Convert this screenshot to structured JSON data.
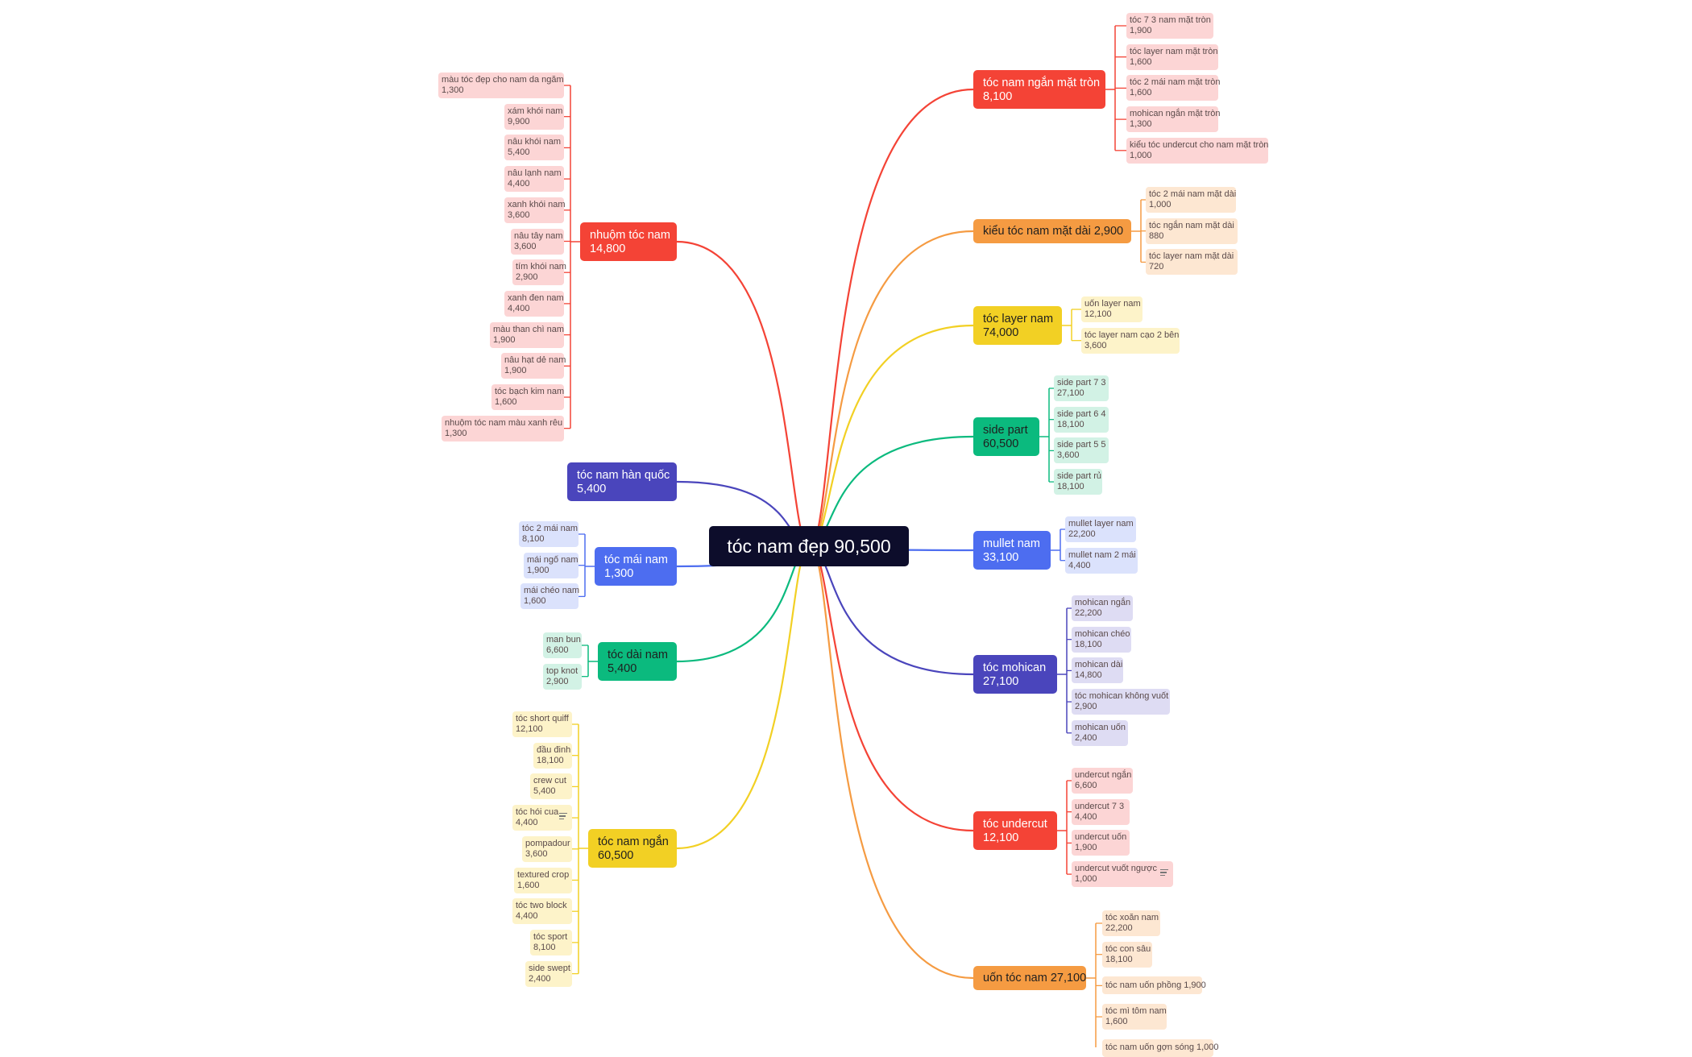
{
  "root": {
    "label": "tóc nam đẹp 90,500"
  },
  "branches": [
    {
      "id": "b1",
      "label": "tóc nam ngắn mặt tròn",
      "value": "8,100",
      "color": "#f44336",
      "leaf_bg": "#fcd5d5",
      "leaves": [
        {
          "label": "tóc 7 3 nam mặt tròn",
          "value": "1,900"
        },
        {
          "label": "tóc layer nam mặt tròn",
          "value": "1,600"
        },
        {
          "label": "tóc 2 mái nam mặt tròn",
          "value": "1,600"
        },
        {
          "label": "mohican ngắn mặt tròn",
          "value": "1,300"
        },
        {
          "label": "kiểu tóc undercut cho nam mặt tròn",
          "value": "1,000"
        }
      ]
    },
    {
      "id": "b2",
      "label": "kiểu tóc nam mặt dài 2,900",
      "value": "",
      "color": "#f59b42",
      "leaf_bg": "#fde7d2",
      "leaves": [
        {
          "label": "tóc 2 mái nam mặt dài",
          "value": "1,000"
        },
        {
          "label": "tóc ngắn nam mặt dài",
          "value": "880"
        },
        {
          "label": "tóc layer nam mặt dài",
          "value": "720"
        }
      ]
    },
    {
      "id": "b3",
      "label": "tóc layer nam",
      "value": "74,000",
      "color": "#f2d024",
      "leaf_bg": "#fdf3c9",
      "leaves": [
        {
          "label": "uốn layer nam",
          "value": "12,100"
        },
        {
          "label": "tóc layer nam cạo 2 bên",
          "value": "3,600"
        }
      ]
    },
    {
      "id": "b4",
      "label": "side part",
      "value": "60,500",
      "color": "#0bba7e",
      "leaf_bg": "#d2f2e5",
      "leaves": [
        {
          "label": "side part 7 3",
          "value": "27,100"
        },
        {
          "label": "side part 6 4",
          "value": "18,100"
        },
        {
          "label": "side part 5 5",
          "value": "3,600"
        },
        {
          "label": "side part rủ",
          "value": "18,100"
        }
      ]
    },
    {
      "id": "b5",
      "label": "mullet nam",
      "value": "33,100",
      "color": "#4d6df0",
      "leaf_bg": "#dbe2fc",
      "leaves": [
        {
          "label": "mullet layer nam",
          "value": "22,200"
        },
        {
          "label": "mullet nam 2 mái",
          "value": "4,400"
        }
      ]
    },
    {
      "id": "b6",
      "label": "tóc mohican",
      "value": "27,100",
      "color": "#4a45bc",
      "leaf_bg": "#dedcf3",
      "leaves": [
        {
          "label": "mohican ngắn",
          "value": "22,200"
        },
        {
          "label": "mohican chéo",
          "value": "18,100"
        },
        {
          "label": "mohican dài",
          "value": "14,800"
        },
        {
          "label": "tóc mohican không vuốt",
          "value": "2,900"
        },
        {
          "label": "mohican uốn",
          "value": "2,400"
        }
      ]
    },
    {
      "id": "b7",
      "label": "tóc undercut",
      "value": "12,100",
      "color": "#f44336",
      "leaf_bg": "#fcd5d5",
      "leaves": [
        {
          "label": "undercut ngắn",
          "value": "6,600"
        },
        {
          "label": "undercut 7 3",
          "value": "4,400"
        },
        {
          "label": "undercut uốn",
          "value": "1,900"
        },
        {
          "label": "undercut vuốt ngược",
          "value": "1,000",
          "note": true
        }
      ]
    },
    {
      "id": "b8",
      "label": "uốn tóc nam 27,100",
      "value": "",
      "color": "#f59b42",
      "leaf_bg": "#fde7d2",
      "leaves": [
        {
          "label": "tóc xoăn nam",
          "value": "22,200"
        },
        {
          "label": "tóc con sâu",
          "value": "18,100"
        },
        {
          "label": "tóc nam uốn phồng 1,900",
          "value": ""
        },
        {
          "label": "tóc mì tôm nam",
          "value": "1,600"
        },
        {
          "label": "tóc nam uốn gợn sóng 1,000",
          "value": ""
        }
      ]
    },
    {
      "id": "b9",
      "label": "nhuộm tóc nam",
      "value": "14,800",
      "color": "#f44336",
      "leaf_bg": "#fcd5d5",
      "leaves": [
        {
          "label": "màu tóc đẹp cho nam da ngăm",
          "value": "1,300"
        },
        {
          "label": "xám khói nam",
          "value": "9,900"
        },
        {
          "label": "nâu khói nam",
          "value": "5,400"
        },
        {
          "label": "nâu lạnh nam",
          "value": "4,400"
        },
        {
          "label": "xanh khói nam",
          "value": "3,600"
        },
        {
          "label": "nâu tây nam",
          "value": "3,600"
        },
        {
          "label": "tím khói nam",
          "value": "2,900"
        },
        {
          "label": "xanh đen nam",
          "value": "4,400"
        },
        {
          "label": "màu than chì nam",
          "value": "1,900"
        },
        {
          "label": "nâu hạt dẻ nam",
          "value": "1,900"
        },
        {
          "label": "tóc bạch kim nam",
          "value": "1,600"
        },
        {
          "label": "nhuộm tóc nam màu xanh rêu",
          "value": "1,300"
        }
      ]
    },
    {
      "id": "b10",
      "label": "tóc nam hàn quốc",
      "value": "5,400",
      "color": "#4a45bc",
      "leaf_bg": "#dedcf3",
      "leaves": []
    },
    {
      "id": "b11",
      "label": "tóc mái nam",
      "value": "1,300",
      "color": "#4d6df0",
      "leaf_bg": "#dbe2fc",
      "leaves": [
        {
          "label": "tóc 2 mái nam",
          "value": "8,100"
        },
        {
          "label": "mái ngố nam",
          "value": "1,900"
        },
        {
          "label": "mái chéo nam",
          "value": "1,600"
        }
      ]
    },
    {
      "id": "b12",
      "label": "tóc dài nam",
      "value": "5,400",
      "color": "#0bba7e",
      "leaf_bg": "#d2f2e5",
      "leaves": [
        {
          "label": "man bun",
          "value": "6,600"
        },
        {
          "label": "top knot",
          "value": "2,900"
        }
      ]
    },
    {
      "id": "b13",
      "label": "tóc nam ngắn",
      "value": "60,500",
      "color": "#f2d024",
      "leaf_bg": "#fdf3c9",
      "leaves": [
        {
          "label": "tóc short quiff",
          "value": "12,100"
        },
        {
          "label": "đầu đinh",
          "value": "18,100"
        },
        {
          "label": "crew cut",
          "value": "5,400"
        },
        {
          "label": "tóc hói cua",
          "value": "4,400",
          "note": true
        },
        {
          "label": "pompadour",
          "value": "3,600"
        },
        {
          "label": "textured crop",
          "value": "1,600"
        },
        {
          "label": "tóc two block",
          "value": "4,400"
        },
        {
          "label": "tóc sport",
          "value": "8,100"
        },
        {
          "label": "side swept",
          "value": "2,400"
        }
      ]
    }
  ]
}
